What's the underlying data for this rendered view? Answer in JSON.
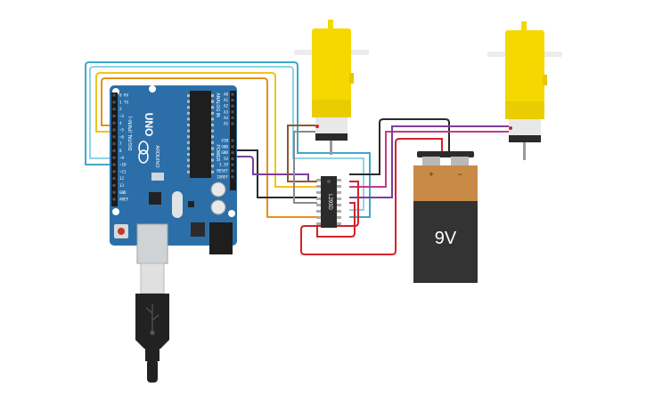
{
  "board": {
    "name": "Arduino UNO",
    "logo_text": "UNO",
    "brand_text": "ARDUINO",
    "digital_header_label": "DIGITAL (PWM~)",
    "analog_header_label": "ANALOG IN",
    "power_header_label": "POWER",
    "digital_pins": [
      "0 RX",
      "1 TX",
      "2",
      "~3",
      "4",
      "~5",
      "~6",
      "7",
      "8",
      "~9",
      "~10",
      "~11",
      "12",
      "13",
      "GND",
      "AREF"
    ],
    "analog_pins": [
      "A0",
      "A1",
      "A2",
      "A3",
      "A4",
      "A5"
    ],
    "power_pins": [
      "VIN",
      "GND",
      "GND",
      "5V",
      "3.3V",
      "RESET",
      "IOREF"
    ],
    "led_labels": [
      "L",
      "TX",
      "RX",
      "ON"
    ],
    "color": "#2c6fa8"
  },
  "driver_ic": {
    "label": "L293D",
    "color": "#2b2b2b"
  },
  "battery": {
    "label": "9V",
    "plus": "+",
    "minus": "−",
    "cap_color": "#c98a48",
    "body_color": "#333333"
  },
  "motors": [
    {
      "name": "left gear motor",
      "color": "#f5d800"
    },
    {
      "name": "right gear motor",
      "color": "#f5d800"
    }
  ],
  "usb_cable": {
    "color": "#222222"
  },
  "wire_colors": {
    "blue": "#3fa9c9",
    "light_blue": "#8fd3e8",
    "yellow": "#f2c31b",
    "orange": "#e8901a",
    "red": "#d2232a",
    "black": "#2b2b2b",
    "brown": "#8b5a2b",
    "purple": "#7a3e9d",
    "pink": "#c23b8b",
    "grey": "#8a8a8a"
  }
}
